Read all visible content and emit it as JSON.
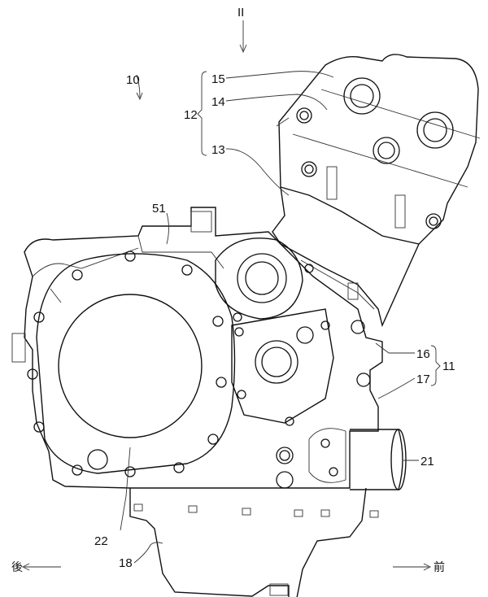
{
  "figure": {
    "view_marker": "II",
    "labels": {
      "engine": "10",
      "cylinder_assembly": "12",
      "head_cover": "15",
      "cylinder_head": "14",
      "cylinder_block": "13",
      "part_51": "51",
      "upper_case": "16",
      "lower_case": "17",
      "crankcase": "11",
      "oil_filter": "21",
      "clutch_cover": "22",
      "oil_pan": "18"
    },
    "direction": {
      "rear": "後",
      "front": "前"
    }
  }
}
